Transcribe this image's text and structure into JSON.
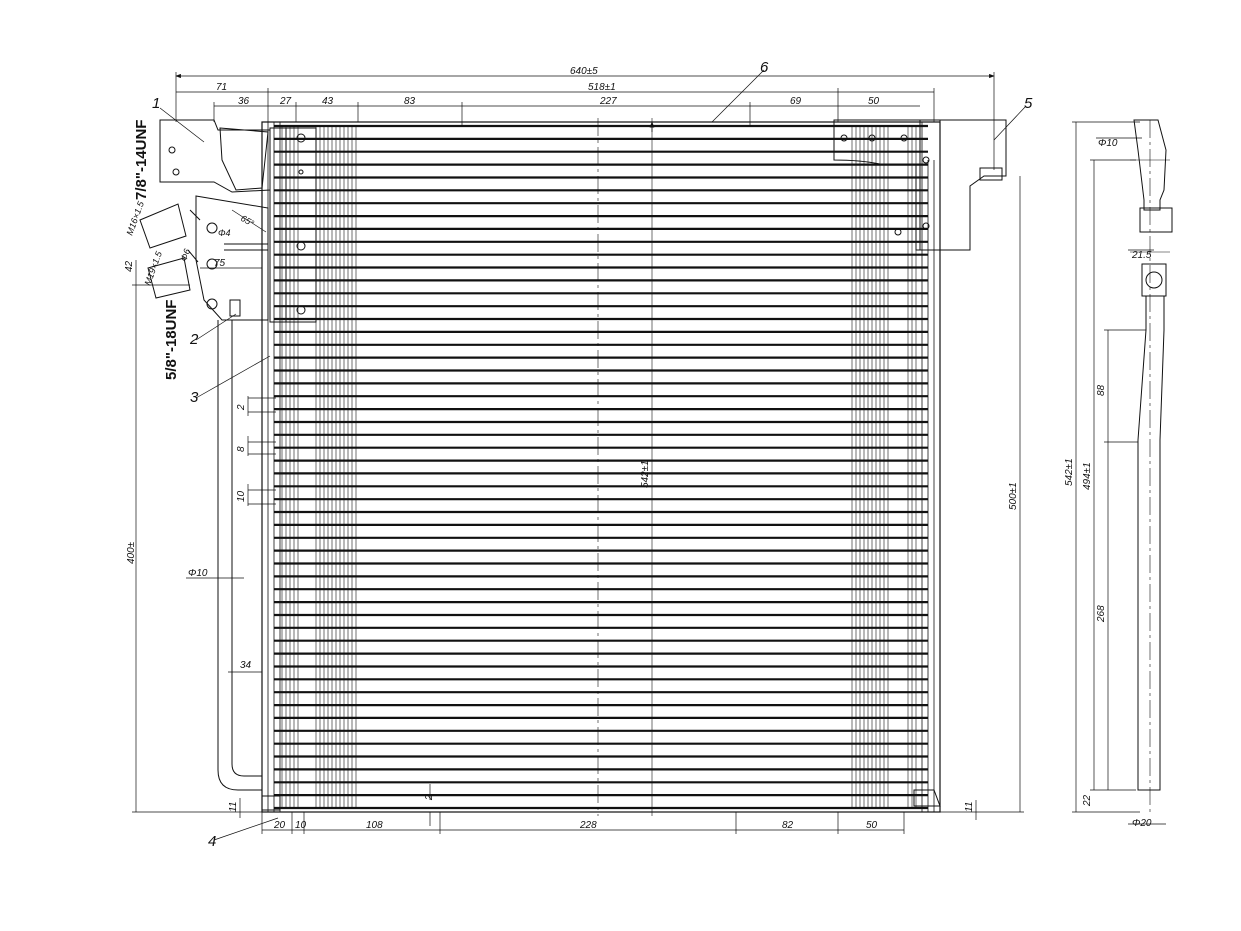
{
  "drawing": {
    "part_labels": [
      "1",
      "2",
      "3",
      "4",
      "5",
      "6"
    ],
    "threads": {
      "upper_fitting": "7/8\"-14UNF",
      "lower_fitting": "5/8\"-18UNF"
    },
    "top_dimensions": {
      "overall": "640±5",
      "core": "518±1",
      "segments_row1": [
        "71",
        "27",
        "50"
      ],
      "segments_row2": [
        "36",
        "43",
        "83",
        "227",
        "69"
      ]
    },
    "bottom_dimensions": [
      "20",
      "10",
      "108",
      "228",
      "82",
      "50",
      "2"
    ],
    "left_dimensions": [
      "42",
      "400±",
      "2",
      "8",
      "10",
      "Φ10",
      "34",
      "11",
      "75"
    ],
    "fitting_dimensions": [
      "M16×1.5",
      "M19×1.5",
      "Φ4",
      "Φ6",
      "65°"
    ],
    "center_dimensions": [
      "542±1"
    ],
    "right_dimensions": [
      "500±1",
      "11"
    ],
    "side_view": {
      "dimensions": [
        "542±1",
        "494±1",
        "88",
        "268",
        "22",
        "Φ10",
        "21.5",
        "Φ20"
      ]
    }
  }
}
